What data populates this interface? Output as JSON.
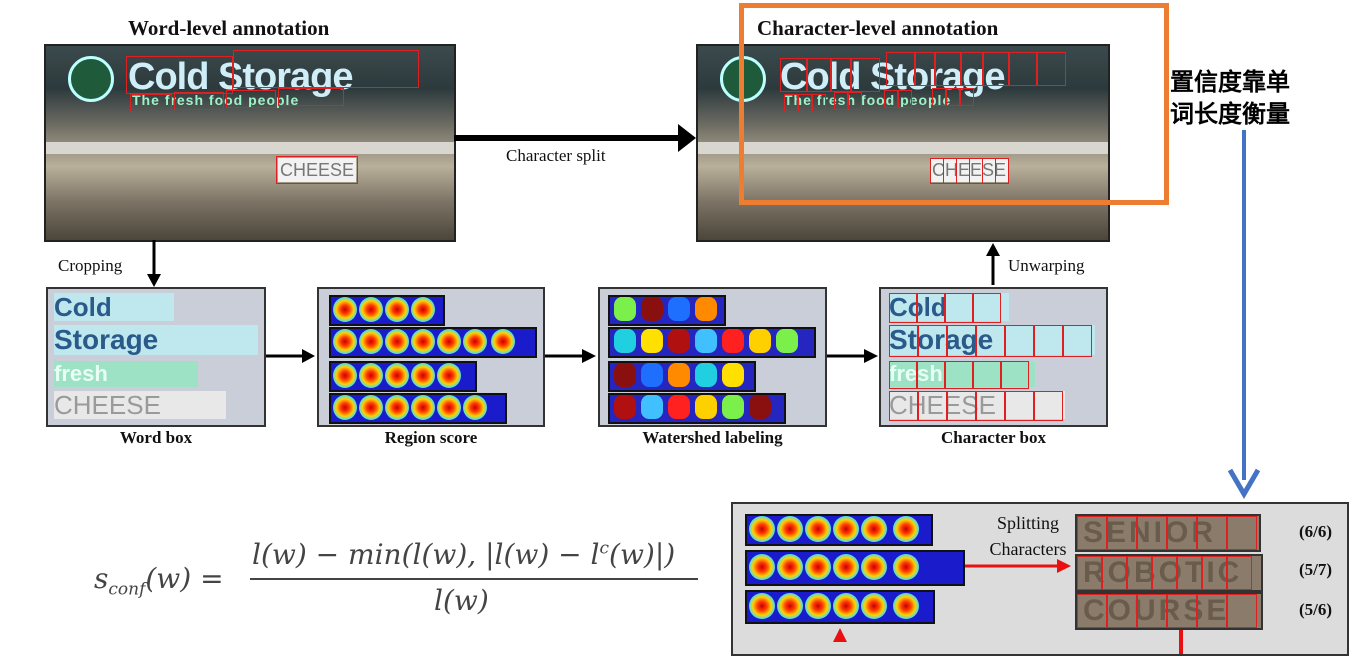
{
  "titles": {
    "word_level": "Word-level annotation",
    "char_level": "Character-level annotation"
  },
  "arrows": {
    "character_split": "Character split",
    "cropping": "Cropping",
    "unwarping": "Unwarping"
  },
  "captions": {
    "word_box": "Word box",
    "region_score": "Region score",
    "watershed": "Watershed labeling",
    "character_box": "Character box"
  },
  "photo_text": {
    "brand": "Cold Storage",
    "sub": "The fresh food people",
    "sign": "CHEESE"
  },
  "crop_words": [
    "Cold",
    "Storage",
    "fresh",
    "CHEESE"
  ],
  "note": {
    "line1": "置信度靠单",
    "line2": "词长度衡量"
  },
  "formula": {
    "lhs": "s",
    "lhs_sub": "conf",
    "lhs_arg": "(w) =",
    "numerator": "l(w) − min(l(w), |l(w) − l",
    "numerator_sup": "c",
    "numerator_end": "(w)|)",
    "denominator": "l(w)"
  },
  "example": {
    "split_label_1": "Splitting",
    "split_label_2": "Characters",
    "words": [
      "SENIOR",
      "ROBOTIC",
      "COURSE"
    ],
    "scores": [
      "(6/6)",
      "(5/7)",
      "(5/6)"
    ]
  },
  "colors": {
    "highlight": "#ed7d31",
    "note_arrow": "#4472c4",
    "red_arrow": "#e81010"
  }
}
